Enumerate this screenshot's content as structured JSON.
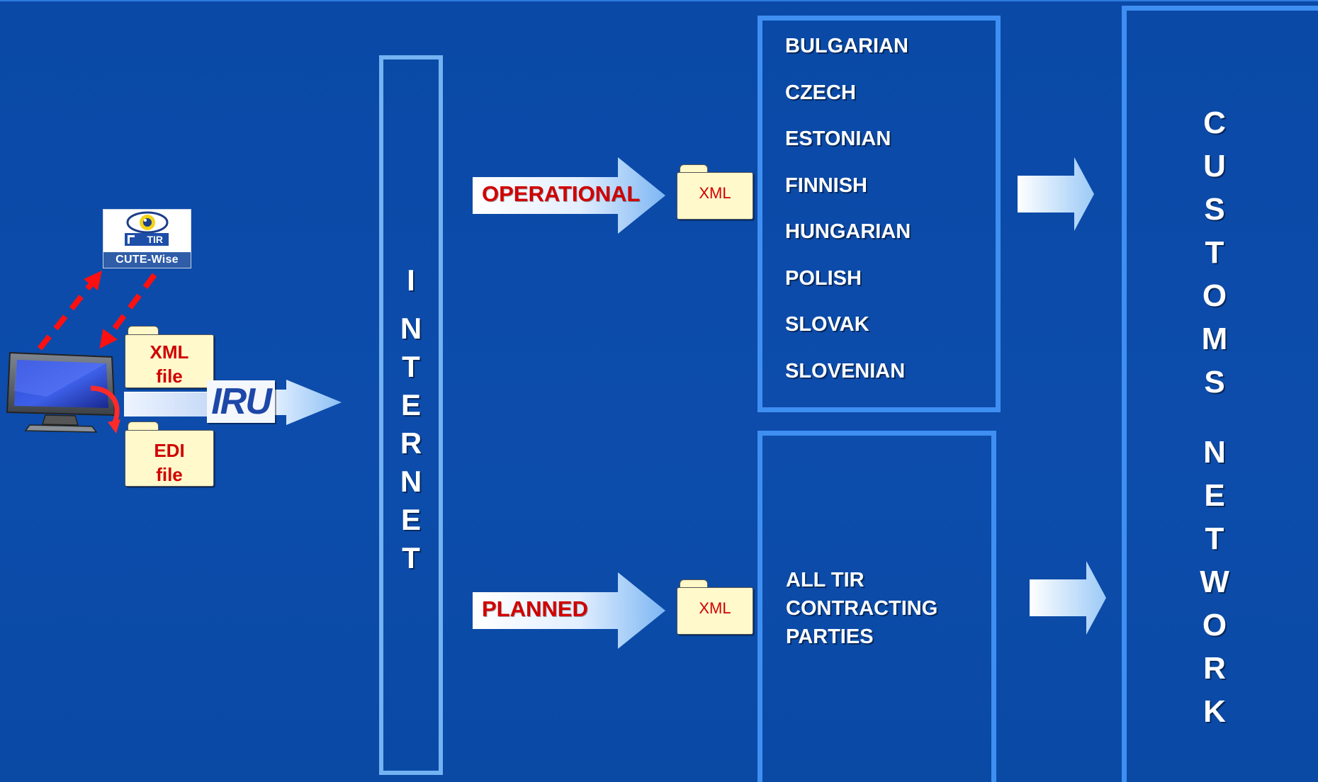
{
  "workstation": {
    "cute_wise_logo": {
      "tir": "TIR",
      "name": "CUTE-Wise"
    },
    "xml_file": [
      "XML",
      "file"
    ],
    "edi_file": [
      "EDI",
      "file"
    ],
    "iru_logo": "IRU"
  },
  "internet": {
    "letters": [
      "I",
      "N",
      "T",
      "E",
      "R",
      "N",
      "E",
      "T"
    ]
  },
  "flows": {
    "operational": {
      "label": "OPERATIONAL",
      "file": "XML"
    },
    "planned": {
      "label": "PLANNED",
      "file": "XML"
    }
  },
  "operational_customs": [
    "BULGARIAN",
    "CZECH",
    "ESTONIAN",
    "FINNISH",
    "HUNGARIAN",
    "POLISH",
    "SLOVAK",
    "SLOVENIAN"
  ],
  "planned_parties": [
    "ALL TIR",
    "CONTRACTING",
    "PARTIES"
  ],
  "customs_network": {
    "word1": [
      "C",
      "U",
      "S",
      "T",
      "O",
      "M",
      "S"
    ],
    "word2": [
      "N",
      "E",
      "T",
      "W",
      "O",
      "R",
      "K"
    ]
  },
  "colors": {
    "background": "#0d4cab",
    "box_border": "#3f8ff2",
    "internet_border": "#74b3f2",
    "label_red": "#d10000",
    "folder_fill": "#fff9cc"
  }
}
